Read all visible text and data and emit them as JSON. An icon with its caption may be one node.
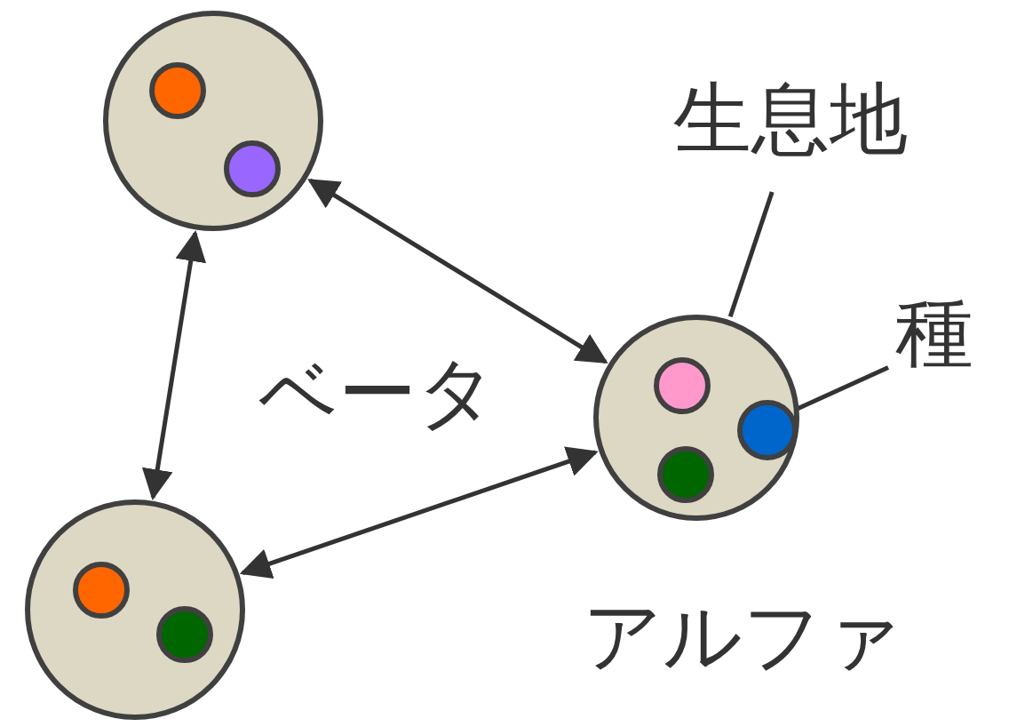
{
  "diagram": {
    "nodes": [
      {
        "text": [],
        "shape": "circle"
      },
      {
        "text": [],
        "shape": "circle",
        "in": 0
      },
      {
        "text": [],
        "shape": "circle",
        "in": 0
      },
      {
        "text": [
          "生息地"
        ]
      },
      {
        "text": [],
        "shape": "circle"
      },
      {
        "text": [],
        "shape": "circle",
        "in": 4
      },
      {
        "text": [],
        "shape": "circle",
        "in": 4
      },
      {
        "text": [],
        "shape": "circle",
        "in": 4
      },
      {
        "text": [
          "種"
        ]
      },
      {
        "text": [],
        "shape": "circle"
      },
      {
        "text": [],
        "shape": "circle",
        "in": 9
      },
      {
        "text": [],
        "shape": "circle",
        "in": 9
      }
    ],
    "edges": [
      {
        "from": 0,
        "to": 4,
        "arrow": "both"
      },
      {
        "from": 0,
        "to": 9,
        "arrow": "both"
      },
      {
        "from": 9,
        "to": 4,
        "arrow": "both"
      },
      {
        "from": 3,
        "to": 4,
        "arrow": "none"
      },
      {
        "from": 8,
        "to": 6,
        "arrow": "none"
      }
    ],
    "labels": [
      "ベータ",
      "アルファ"
    ]
  }
}
